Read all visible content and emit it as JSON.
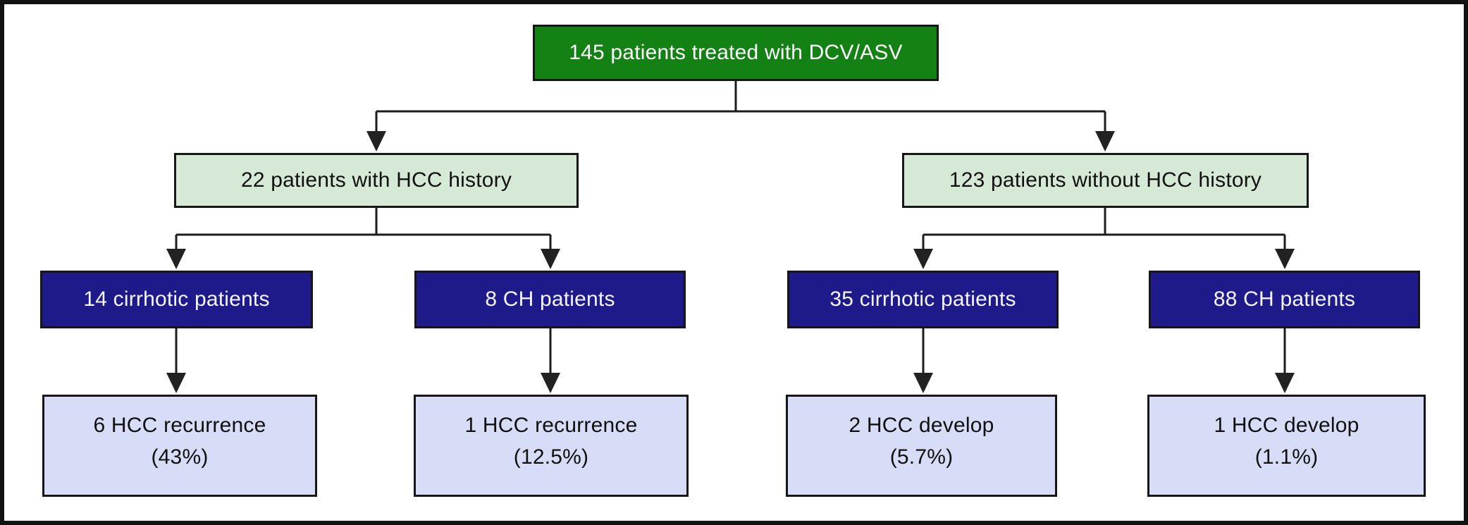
{
  "diagram": {
    "type": "flowchart",
    "nodes": {
      "root": "145 patients treated with DCV/ASV",
      "with_history": "22 patients with HCC history",
      "without_history": "123 patients without HCC history",
      "cirrhotic_with_history": "14 cirrhotic patients",
      "ch_with_history": "8 CH patients",
      "cirrhotic_without_history": "35 cirrhotic patients",
      "ch_without_history": "88 CH patients"
    },
    "outcomes": {
      "recurrence_cirrhotic": {
        "line1": "6 HCC recurrence",
        "line2": "(43%)"
      },
      "recurrence_ch": {
        "line1": "1 HCC recurrence",
        "line2": "(12.5%)"
      },
      "develop_cirrhotic": {
        "line1": "2 HCC develop",
        "line2": "(5.7%)"
      },
      "develop_ch": {
        "line1": "1 HCC develop",
        "line2": "(1.1%)"
      }
    },
    "edges": [
      {
        "from": "root",
        "to": "with_history"
      },
      {
        "from": "root",
        "to": "without_history"
      },
      {
        "from": "with_history",
        "to": "cirrhotic_with_history"
      },
      {
        "from": "with_history",
        "to": "ch_with_history"
      },
      {
        "from": "without_history",
        "to": "cirrhotic_without_history"
      },
      {
        "from": "without_history",
        "to": "ch_without_history"
      },
      {
        "from": "cirrhotic_with_history",
        "to": "recurrence_cirrhotic"
      },
      {
        "from": "ch_with_history",
        "to": "recurrence_ch"
      },
      {
        "from": "cirrhotic_without_history",
        "to": "develop_cirrhotic"
      },
      {
        "from": "ch_without_history",
        "to": "develop_ch"
      }
    ],
    "colors": {
      "root_box": "#148114",
      "history_box": "#d6e9d6",
      "group_box": "#1e1a8a",
      "outcome_box": "#d7ddf7",
      "connector_line": "#1c1c1c",
      "frame_border": "#121212",
      "root_text": "#ffffff",
      "group_text": "#f5f5ff",
      "dark_text": "#101010"
    }
  }
}
